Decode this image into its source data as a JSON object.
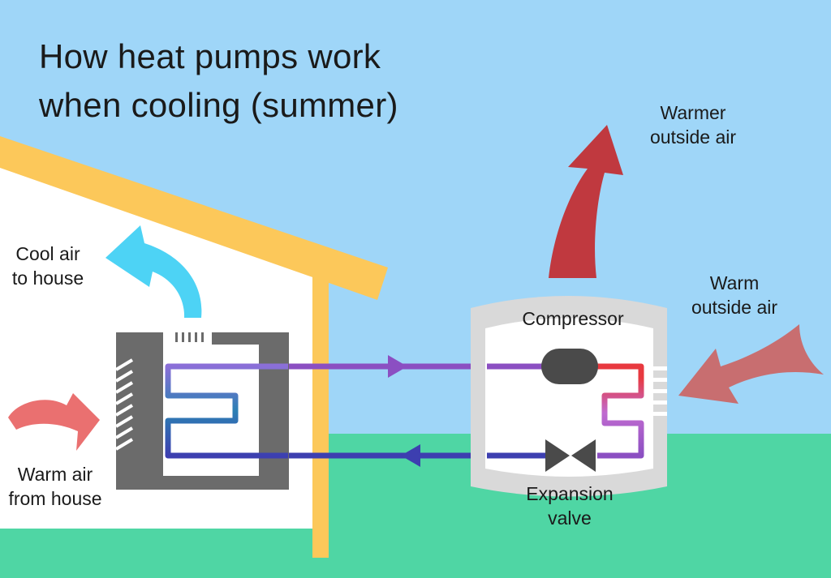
{
  "title": {
    "line1": "How heat pumps work",
    "line2": "when cooling (summer)"
  },
  "labels": {
    "cool_air_line1": "Cool air",
    "cool_air_line2": "to house",
    "warm_air_in_line1": "Warm air",
    "warm_air_in_line2": "from house",
    "warmer_out_line1": "Warmer",
    "warmer_out_line2": "outside air",
    "warm_out_line1": "Warm",
    "warm_out_line2": "outside air",
    "compressor": "Compressor",
    "expansion_line1": "Expansion",
    "expansion_line2": "valve"
  },
  "colors": {
    "sky": "#9fd6f8",
    "ground": "#4fd6a4",
    "roof": "#fcc85a",
    "house_interior": "#ffffff",
    "indoor_unit": "#6b6b6b",
    "outdoor_unit": "#d9d9d9",
    "refrigerant_hot": "#e8393f",
    "refrigerant_warm": "#8b4fc2",
    "refrigerant_cool": "#3d3fb0",
    "refrigerant_cold": "#2c80b4",
    "arrow_cool": "#4dd3f5",
    "arrow_warm_in": "#ea7070",
    "arrow_warmer_out": "#c0393f",
    "arrow_warm_out": "#c86e70"
  }
}
